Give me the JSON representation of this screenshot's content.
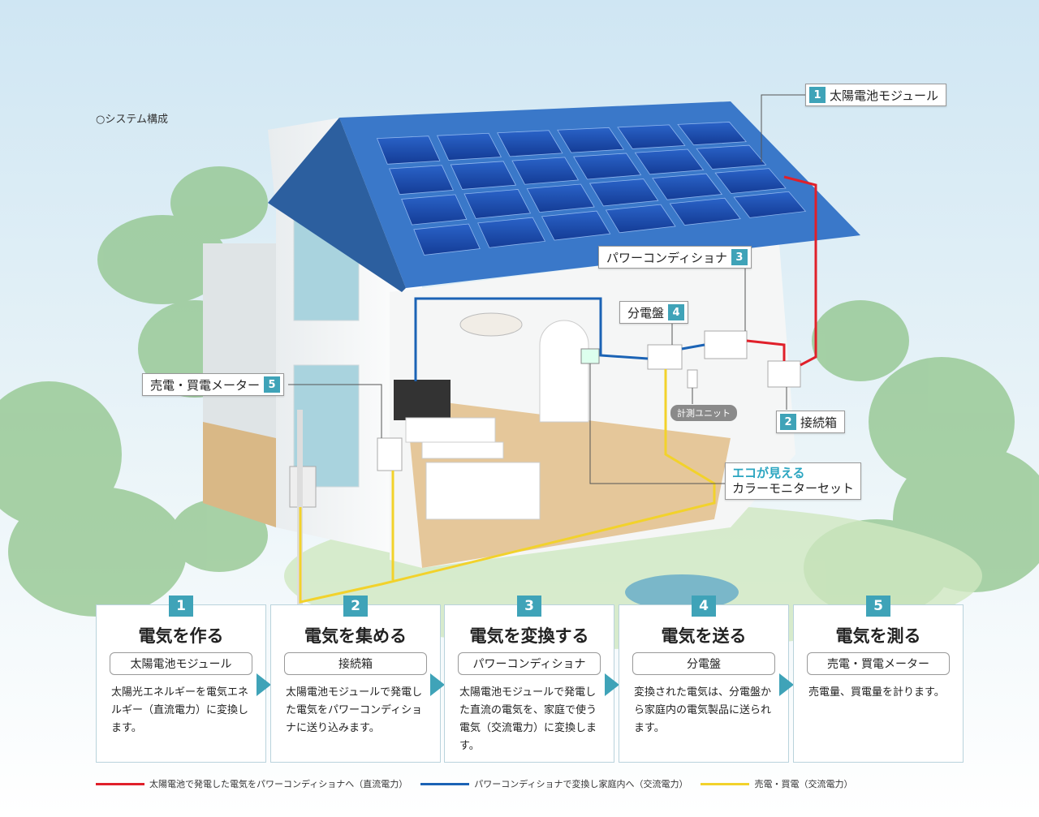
{
  "system_label": "○システム構成",
  "callouts": {
    "c1": {
      "num": "1",
      "label": "太陽電池モジュール"
    },
    "c2": {
      "num": "2",
      "label": "接続箱"
    },
    "c3": {
      "num": "3",
      "label": "パワーコンディショナ"
    },
    "c4": {
      "num": "4",
      "label": "分電盤"
    },
    "c5": {
      "num": "5",
      "label": "売電・買電メーター"
    }
  },
  "measuring_unit": "計測ユニット",
  "eco_monitor": {
    "line1": "エコが見える",
    "line2": "カラーモニターセット"
  },
  "steps": [
    {
      "num": "1",
      "title": "電気を作る",
      "device": "太陽電池モジュール",
      "desc": "太陽光エネルギーを電気エネルギー（直流電力）に変換します。"
    },
    {
      "num": "2",
      "title": "電気を集める",
      "device": "接続箱",
      "desc": "太陽電池モジュールで発電した電気をパワーコンディショナに送り込みます。"
    },
    {
      "num": "3",
      "title": "電気を変換する",
      "device": "パワーコンディショナ",
      "desc": "太陽電池モジュールで発電した直流の電気を、家庭で使う電気（交流電力）に変換します。"
    },
    {
      "num": "4",
      "title": "電気を送る",
      "device": "分電盤",
      "desc": "変換された電気は、分電盤から家庭内の電気製品に送られます。"
    },
    {
      "num": "5",
      "title": "電気を測る",
      "device": "売電・買電メーター",
      "desc": "売電量、買電量を計ります。"
    }
  ],
  "legend": [
    {
      "label": "太陽電池で発電した電気をパワーコンディショナへ（直流電力）",
      "color": "#e0202a"
    },
    {
      "label": "パワーコンディショナで変換し家庭内へ（交流電力）",
      "color": "#1b63b5"
    },
    {
      "label": "売電・買電（交流電力）",
      "color": "#f2d22b"
    }
  ],
  "colors": {
    "accent": "#3fa3b8",
    "panel": "#1f4fb0",
    "roof": "#3a78c9"
  }
}
